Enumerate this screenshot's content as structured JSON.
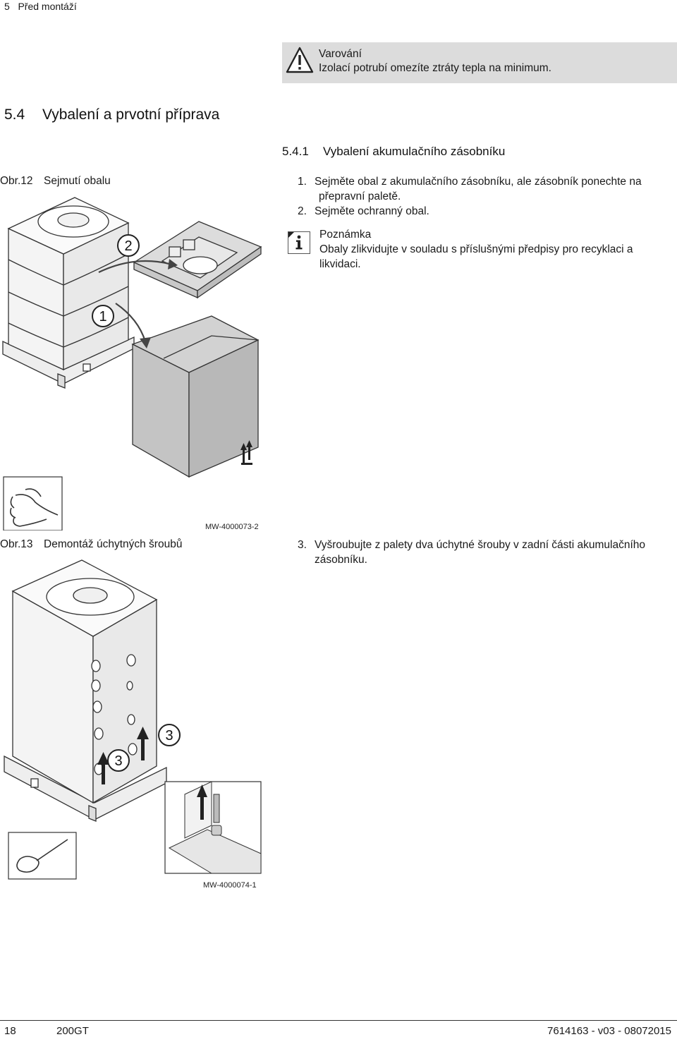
{
  "header": {
    "section": "5",
    "title": "Před montáží"
  },
  "warning": {
    "icon": "warning-triangle-icon",
    "title": "Varování",
    "text": "Izolací potrubí omezíte ztráty tepla na minimum."
  },
  "section": {
    "number": "5.4",
    "title": "Vybalení a prvotní příprava"
  },
  "subsection": {
    "number": "5.4.1",
    "title": "Vybalení akumulačního zásobníku"
  },
  "figure12": {
    "number": "Obr.12",
    "caption": "Sejmutí obalu",
    "callouts": [
      "2",
      "1"
    ],
    "ref": "MW-4000073-2"
  },
  "steps": [
    {
      "n": "1.",
      "line1": "Sejměte obal z akumulačního zásobníku, ale zásobník ponechte na",
      "line2": "přepravní paletě."
    },
    {
      "n": "2.",
      "line1": "Sejměte ochranný obal."
    }
  ],
  "note": {
    "icon": "info-icon",
    "title": "Poznámka",
    "line1": "Obaly zlikvidujte v souladu s příslušnými předpisy pro recyklaci a",
    "line2": "likvidaci."
  },
  "figure13": {
    "number": "Obr.13",
    "caption": "Demontáž úchytných šroubů",
    "callouts": [
      "3",
      "3"
    ],
    "ref": "MW-4000074-1"
  },
  "step3": {
    "n": "3.",
    "line1": "Vyšroubujte z palety dva úchytné šrouby v zadní části akumulačního",
    "line2": "zásobníku."
  },
  "footer": {
    "page": "18",
    "model": "200GT",
    "code": "7614163 - v03 - 08072015"
  }
}
